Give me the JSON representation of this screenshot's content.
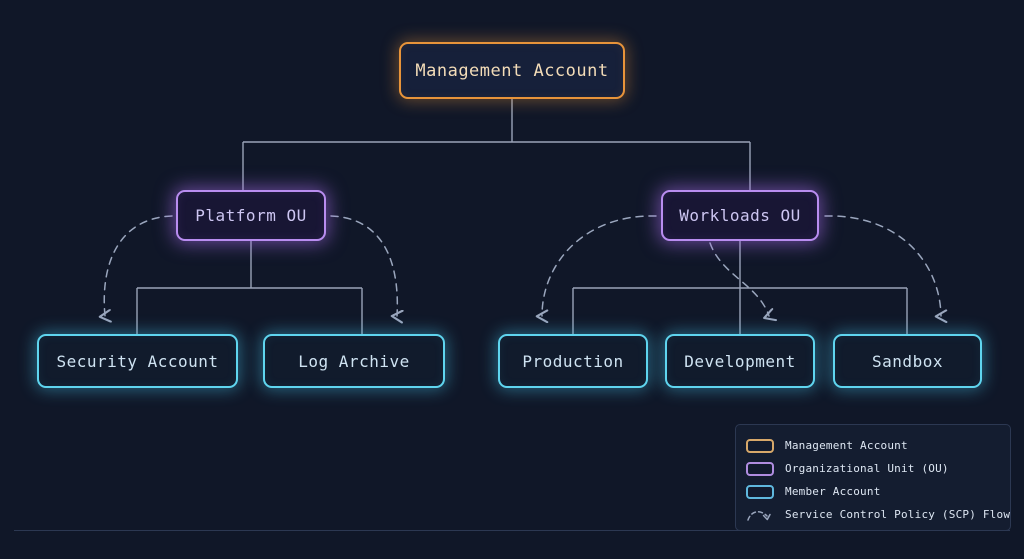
{
  "diagram": {
    "background_color": "#101728",
    "nodes": {
      "management": {
        "label": "Management Account",
        "type": "management",
        "color": "#e8943a"
      },
      "platform_ou": {
        "label": "Platform OU",
        "type": "ou",
        "color": "#b98df0"
      },
      "workloads_ou": {
        "label": "Workloads OU",
        "type": "ou",
        "color": "#b98df0"
      },
      "security_account": {
        "label": "Security Account",
        "type": "account",
        "color": "#5fd5ef"
      },
      "log_archive": {
        "label": "Log Archive",
        "type": "account",
        "color": "#5fd5ef"
      },
      "production": {
        "label": "Production",
        "type": "account",
        "color": "#5fd5ef"
      },
      "development": {
        "label": "Development",
        "type": "account",
        "color": "#5fd5ef"
      },
      "sandbox": {
        "label": "Sandbox",
        "type": "account",
        "color": "#5fd5ef"
      }
    },
    "legend": {
      "items": [
        {
          "icon": "rounded-rect-swatch-orange",
          "label": "Management Account",
          "color": "#d7a86a"
        },
        {
          "icon": "rounded-rect-swatch-purple",
          "label": "Organizational Unit (OU)",
          "color": "#b08de0"
        },
        {
          "icon": "rounded-rect-swatch-cyan",
          "label": "Member Account",
          "color": "#5fb8de"
        },
        {
          "icon": "dashed-curved-arrow",
          "label": "Service Control Policy (SCP) Flow",
          "color": "#9aa6bd"
        }
      ]
    },
    "connector_color": "#9aa4b8",
    "scp_arrow_color": "#9aa6bd"
  }
}
